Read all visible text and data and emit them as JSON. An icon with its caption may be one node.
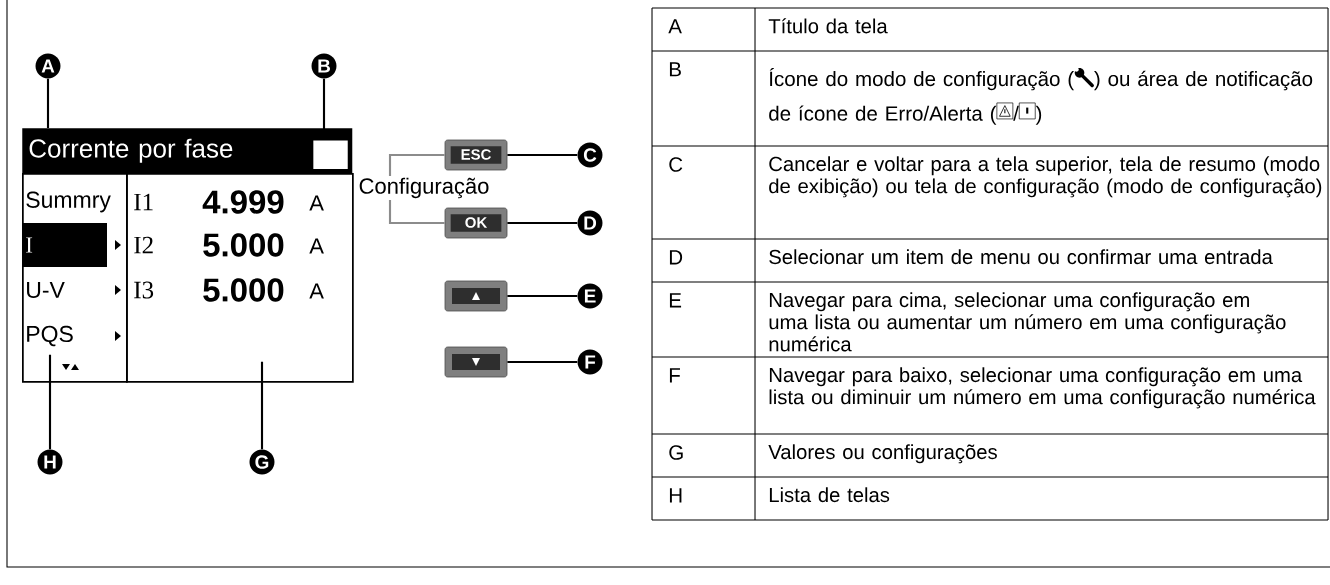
{
  "diagram": {
    "nodes": [
      {
        "text": [
          "A"
        ]
      },
      {
        "text": [
          "B"
        ]
      },
      {
        "text": [
          "Corrente por fase"
        ]
      },
      {
        "text": [],
        "shape": "box",
        "in": 2
      },
      {
        "text": [
          "Summry",
          "I",
          "U-V",
          "PQS"
        ]
      },
      {
        "text": [
          "I1",
          "4.999",
          "A",
          "I2",
          "5.000",
          "A",
          "I3",
          "5.000",
          "A"
        ]
      },
      {
        "text": [
          "Configuração"
        ]
      },
      {
        "text": [
          "ESC"
        ]
      },
      {
        "text": [
          "C"
        ]
      },
      {
        "text": [
          "OK"
        ]
      },
      {
        "text": [
          "D"
        ]
      },
      {
        "text": [],
        "shape": "box"
      },
      {
        "text": [
          "E"
        ]
      },
      {
        "text": [],
        "shape": "box"
      },
      {
        "text": [
          "F"
        ]
      },
      {
        "text": [
          "H"
        ]
      },
      {
        "text": [
          "G"
        ]
      }
    ],
    "edges": [
      {
        "from": 0,
        "to": 2,
        "arrow": "none"
      },
      {
        "from": 1,
        "to": 3,
        "arrow": "none"
      },
      {
        "from": 6,
        "to": 7,
        "arrow": "none",
        "color": "#8c8c8c"
      },
      {
        "from": 6,
        "to": 9,
        "arrow": "none",
        "color": "#8c8c8c"
      },
      {
        "from": 8,
        "to": 7,
        "arrow": "none"
      },
      {
        "from": 10,
        "to": 9,
        "arrow": "none"
      },
      {
        "from": 12,
        "to": 11,
        "arrow": "none"
      },
      {
        "from": 14,
        "to": 13,
        "arrow": "none"
      },
      {
        "from": 15,
        "to": 4,
        "arrow": "none"
      },
      {
        "from": 16,
        "to": 5,
        "arrow": "none"
      }
    ],
    "labels": [
      "A",
      "Título da tela",
      "B",
      "Ícone do modo de configuração (",
      ") ou área de notificação de ícone de Erro/Alerta (",
      "/",
      ")",
      "C",
      "Cancelar e voltar para a tela superior, tela de resumo (modo de exibição) ou tela de configuração (modo de configuração)",
      "D",
      "Selecionar um item de menu ou confirmar uma entrada",
      "E",
      "Navegar para cima, selecionar uma configuração em uma lista ou aumentar um número em uma configuração numérica",
      "F",
      "Navegar para baixo, selecionar uma configuração em uma lista ou diminuir um número em uma configuração numérica",
      "G",
      "Valores ou configurações",
      "H",
      "Lista de telas"
    ]
  }
}
